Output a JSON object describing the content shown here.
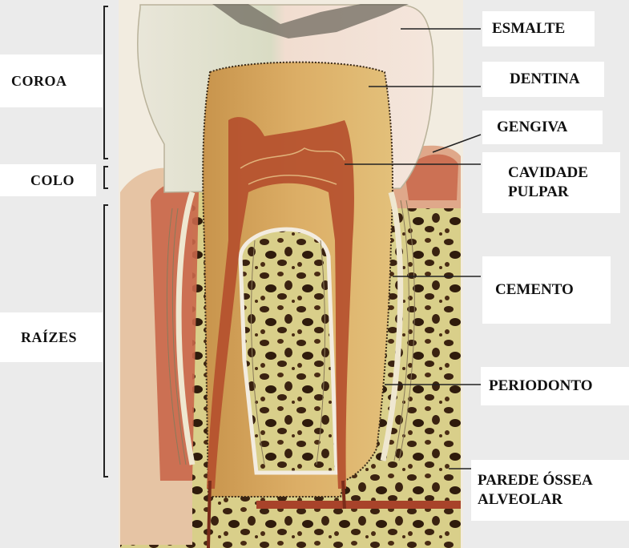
{
  "diagram": {
    "left_labels": {
      "crown": "COROA",
      "neck": "COLO",
      "roots": "RAÍZES"
    },
    "right_labels": {
      "enamel": "ESMALTE",
      "dentin": "DENTINA",
      "gum": "GENGIVA",
      "pulp_cavity": "CAVIDADE\nPULPAR",
      "cementum": "CEMENTO",
      "periodontium": "PERIODONTO",
      "alveolar_bone": "PAREDE ÓSSEA\nALVEOLAR"
    },
    "colors": {
      "enamel": "#efe8dc",
      "dentin": "#d2a25a",
      "pulp": "#b5502e",
      "gum": "#d89a7a",
      "bone": "#dcd393",
      "bone_pores": "#3a2210",
      "cementum": "#e8e0c6",
      "leader_line": "#222222"
    }
  }
}
